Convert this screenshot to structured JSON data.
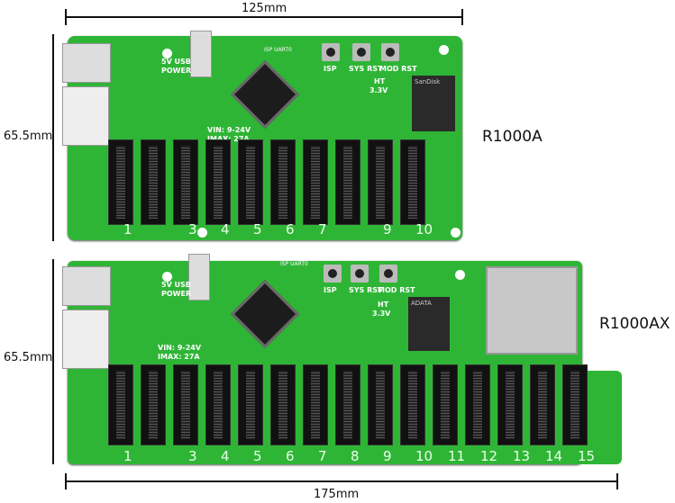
{
  "dimensions": {
    "width_top": "125mm",
    "height_top": "65.5mm",
    "height_bottom": "65.5mm",
    "width_bottom": "175mm"
  },
  "boards": [
    {
      "model": "R1000A",
      "slot_numbers": [
        "1",
        "",
        "3",
        "4",
        "5",
        "6",
        "7",
        "",
        "9",
        "10"
      ],
      "silk": {
        "usb_power": "5V USB",
        "usb_power2": "POWER",
        "vin": "VIN: 9-24V",
        "imax": "IMAX: 27A",
        "isp_uart": "ISP UART0",
        "isp": "ISP",
        "sys_rst": "SYS RST",
        "mod_rst": "MOD RST",
        "ht": "HT",
        "v33": "3.3V",
        "sd_brand": "SanDisk"
      }
    },
    {
      "model": "R1000AX",
      "slot_numbers": [
        "1",
        "",
        "3",
        "4",
        "5",
        "6",
        "7",
        "8",
        "9",
        "10",
        "11",
        "12",
        "13",
        "14",
        "15"
      ],
      "silk": {
        "usb_power": "5V USB",
        "usb_power2": "POWER",
        "vin": "VIN: 9-24V",
        "imax": "IMAX: 27A",
        "isp_uart": "ISP UART0",
        "isp": "ISP",
        "sys_rst": "SYS RST",
        "mod_rst": "MOD RST",
        "ht": "HT",
        "v33": "3.3V",
        "sd_brand": "ADATA"
      }
    }
  ]
}
